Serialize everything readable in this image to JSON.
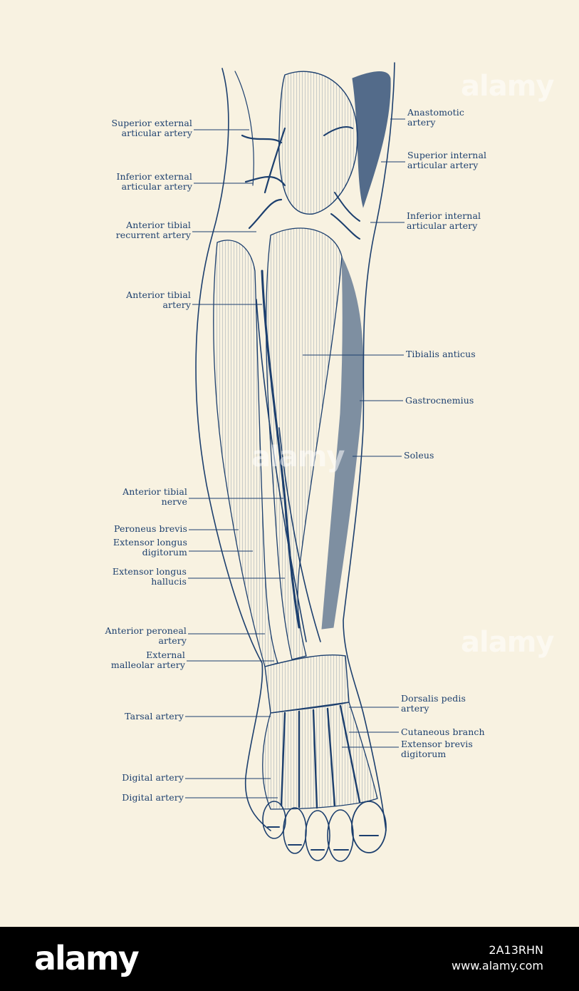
{
  "labels_left": [
    {
      "id": "superior-external-articular-artery",
      "text": "Superior external\narticular artery"
    },
    {
      "id": "inferior-external-articular-artery",
      "text": "Inferior external\narticular artery"
    },
    {
      "id": "anterior-tibial-recurrent-artery",
      "text": "Anterior tibial\nrecurrent artery"
    },
    {
      "id": "anterior-tibial-artery",
      "text": "Anterior tibial\nartery"
    },
    {
      "id": "anterior-tibial-nerve",
      "text": "Anterior tibial\nnerve"
    },
    {
      "id": "peroneus-brevis",
      "text": "Peroneus brevis"
    },
    {
      "id": "extensor-longus-digitorum",
      "text": "Extensor longus\ndigitorum"
    },
    {
      "id": "extensor-longus-hallucis",
      "text": "Extensor longus\nhallucis"
    },
    {
      "id": "anterior-peroneal-artery",
      "text": "Anterior peroneal\nartery"
    },
    {
      "id": "external-malleolar-artery",
      "text": "External\nmalleolar artery"
    },
    {
      "id": "tarsal-artery",
      "text": "Tarsal artery"
    },
    {
      "id": "digital-artery-1",
      "text": "Digital artery"
    },
    {
      "id": "digital-artery-2",
      "text": "Digital artery"
    }
  ],
  "labels_right": [
    {
      "id": "anastomotic-artery",
      "text": "Anastomotic\nartery"
    },
    {
      "id": "superior-internal-articular-artery",
      "text": "Superior internal\narticular artery"
    },
    {
      "id": "inferior-internal-articular-artery",
      "text": "Inferior internal\narticular artery"
    },
    {
      "id": "tibialis-anticus",
      "text": "Tibialis anticus"
    },
    {
      "id": "gastrocnemius",
      "text": "Gastrocnemius"
    },
    {
      "id": "soleus",
      "text": "Soleus"
    },
    {
      "id": "dorsalis-pedis-artery",
      "text": "Dorsalis pedis\nartery"
    },
    {
      "id": "cutaneous-branch",
      "text": "Cutaneous branch"
    },
    {
      "id": "extensor-brevis-digitorum",
      "text": "Extensor brevis\ndigitorum"
    }
  ],
  "watermark": "alamy",
  "footer": {
    "logo": "alamy",
    "image_id": "2A13RHN",
    "site": "www.alamy.com"
  },
  "colors": {
    "ink": "#1c3f6e",
    "paper": "#f8f2e1",
    "footer": "#000000"
  }
}
